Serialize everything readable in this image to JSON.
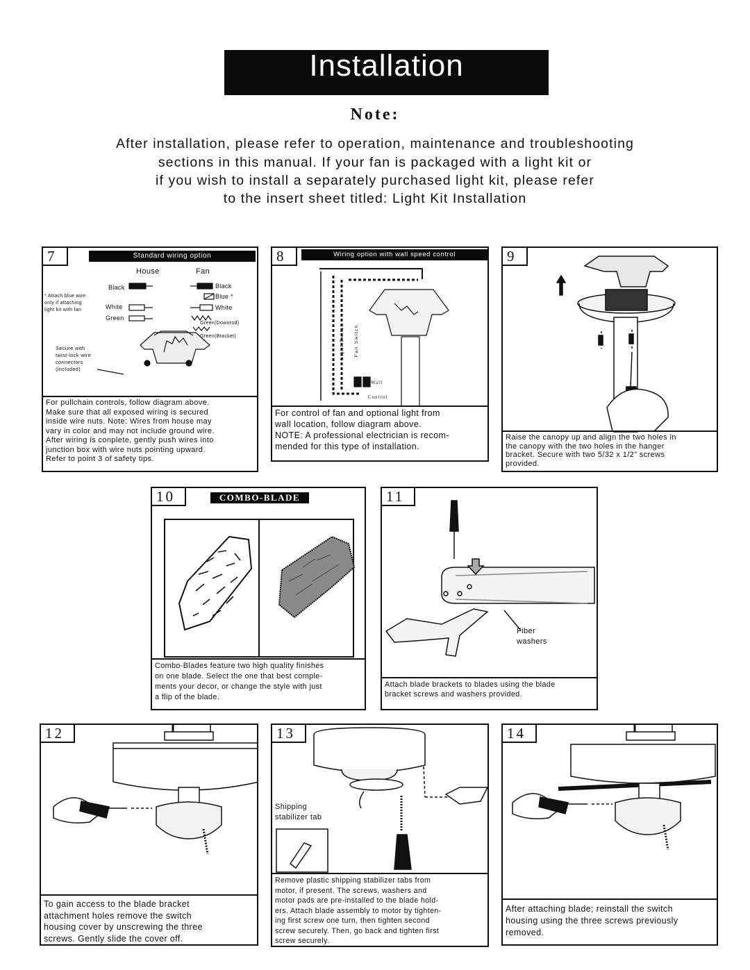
{
  "title": "Installation",
  "note": {
    "heading": "Note:",
    "lines": [
      "After installation, please refer to operation, maintenance and troubleshooting",
      "sections in  this manual. If your fan is packaged with a light kit or",
      "if you wish to install a separately purchased light kit, please refer",
      "to the insert sheet titled: Light Kit Installation"
    ]
  },
  "step7": {
    "number": "7",
    "header": "Standard wiring option",
    "house": "House",
    "fan": "Fan",
    "black_left": "Black",
    "black_right": "Black",
    "blue_right": "Blue *",
    "white_left": "White",
    "white_right": "White",
    "green_left": "Green",
    "green_downrod": "Green(Downrod)",
    "green_bracket": "Green(Bracket)",
    "attach_note": [
      "* Attach blue wire",
      "only if attaching",
      "light kit with fan"
    ],
    "secure_note": [
      "Secure with",
      "twist-lock wire",
      "connectors",
      "(included)"
    ],
    "caption": [
      "For pullchain controls, follow diagram above.",
      "Make sure that all exposed wiring is secured",
      "inside wire nuts. Note: Wires from house may",
      "vary in color and may not include ground wire.",
      "After wiring is conplete, gently push wires into",
      "junction box with wire nuts pointing upward.",
      "Refer to point 3 of safety tips."
    ]
  },
  "step8": {
    "number": "8",
    "header": "Wiring option with wall speed control",
    "light_switch": "Light Switch",
    "fan_switch": "Fan Switch",
    "wall": "Wall",
    "control": "Control",
    "caption": [
      "For control of fan and optional light from",
      "wall location, follow diagram above.",
      "NOTE: A professional electrician is recom-",
      "mended for this type of installation."
    ]
  },
  "step9": {
    "number": "9",
    "caption": [
      "Raise the canopy up and align the two holes in",
      "the canopy with the two holes in the hanger",
      "bracket. Secure with two 5/32 x 1/2” screws",
      "provided."
    ]
  },
  "step10": {
    "number": "10",
    "header": "COMBO-BLADE",
    "caption": [
      "Combo-Blades feature two high quality finishes",
      "on one blade. Select the one that best comple-",
      "ments your decor, or change the style with just",
      "a flip of the blade."
    ]
  },
  "step11": {
    "number": "11",
    "fiber": "Fiber",
    "washers": "washers",
    "caption": [
      "Attach blade brackets to blades using the blade",
      "bracket screws and washers provided."
    ]
  },
  "step12": {
    "number": "12",
    "caption": [
      "To gain access to the blade bracket",
      "attachment holes remove the switch",
      "housing cover by unscrewing the three",
      "screws. Gently slide the cover off."
    ]
  },
  "step13": {
    "number": "13",
    "shipping": "Shipping",
    "stabilizer": "stabilizer tab",
    "caption": [
      "Remove plastic shipping stabilizer tabs from",
      "motor, if present. The screws, washers and",
      "motor pads are pre-installed to the blade hold-",
      "ers. Attach blade assembly to motor by tighten-",
      "ing first screw one turn, then tighten second",
      "screw securely. Then, go back and tighten first",
      "screw securely."
    ]
  },
  "step14": {
    "number": "14",
    "caption": [
      "After attaching blade; reinstall the switch",
      "housing using the three screws previously",
      "removed."
    ]
  }
}
